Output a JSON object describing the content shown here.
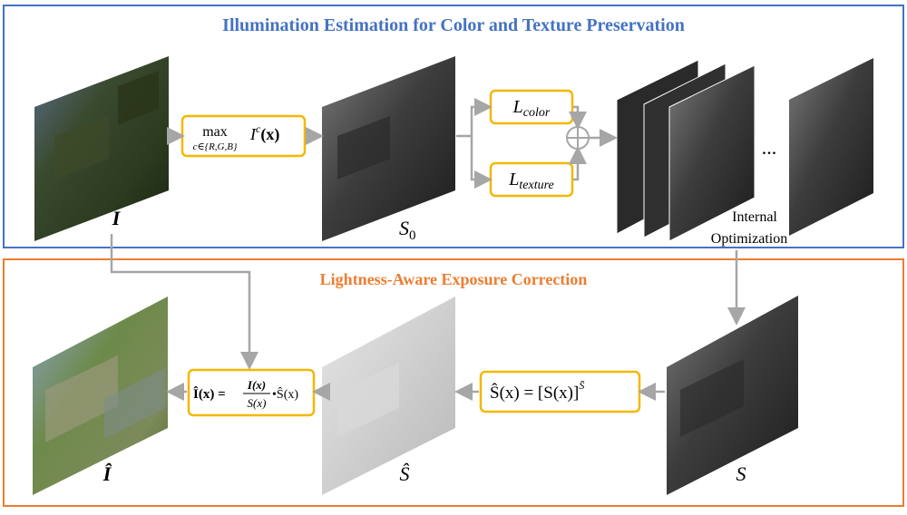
{
  "colors": {
    "stage1_border": "#4472C4",
    "stage2_border": "#ED7D31",
    "op_box_border": "#F2B800",
    "arrow": "#A6A6A6"
  },
  "stage1": {
    "title": "Illumination Estimation for Color and Texture Preservation",
    "labels": {
      "input": "I",
      "s0": "S",
      "s0_sub": "0"
    },
    "ops": {
      "max_word": "max",
      "max_subscript": "c∈{R,G,B}",
      "max_expr": "I",
      "max_expr_sup": "c",
      "max_expr_arg": "(x)",
      "l_color": "L",
      "l_color_sub": "color",
      "l_texture": "L",
      "l_texture_sub": "texture",
      "ellipsis": "...",
      "internal_line1": "Internal",
      "internal_line2": "Optimization"
    }
  },
  "stage2": {
    "title": "Lightness-Aware Exposure Correction",
    "labels": {
      "output": "Î",
      "s_hat": "Ŝ",
      "s": "S"
    },
    "ops": {
      "recompose_lhs": "Î(x) =",
      "recompose_num": "I(x)",
      "recompose_den": "S(x)",
      "recompose_rhs": "•Ŝ(x)",
      "gamma_expr": "Ŝ(x) = [S(x)]",
      "gamma_sup": "S̄"
    }
  }
}
